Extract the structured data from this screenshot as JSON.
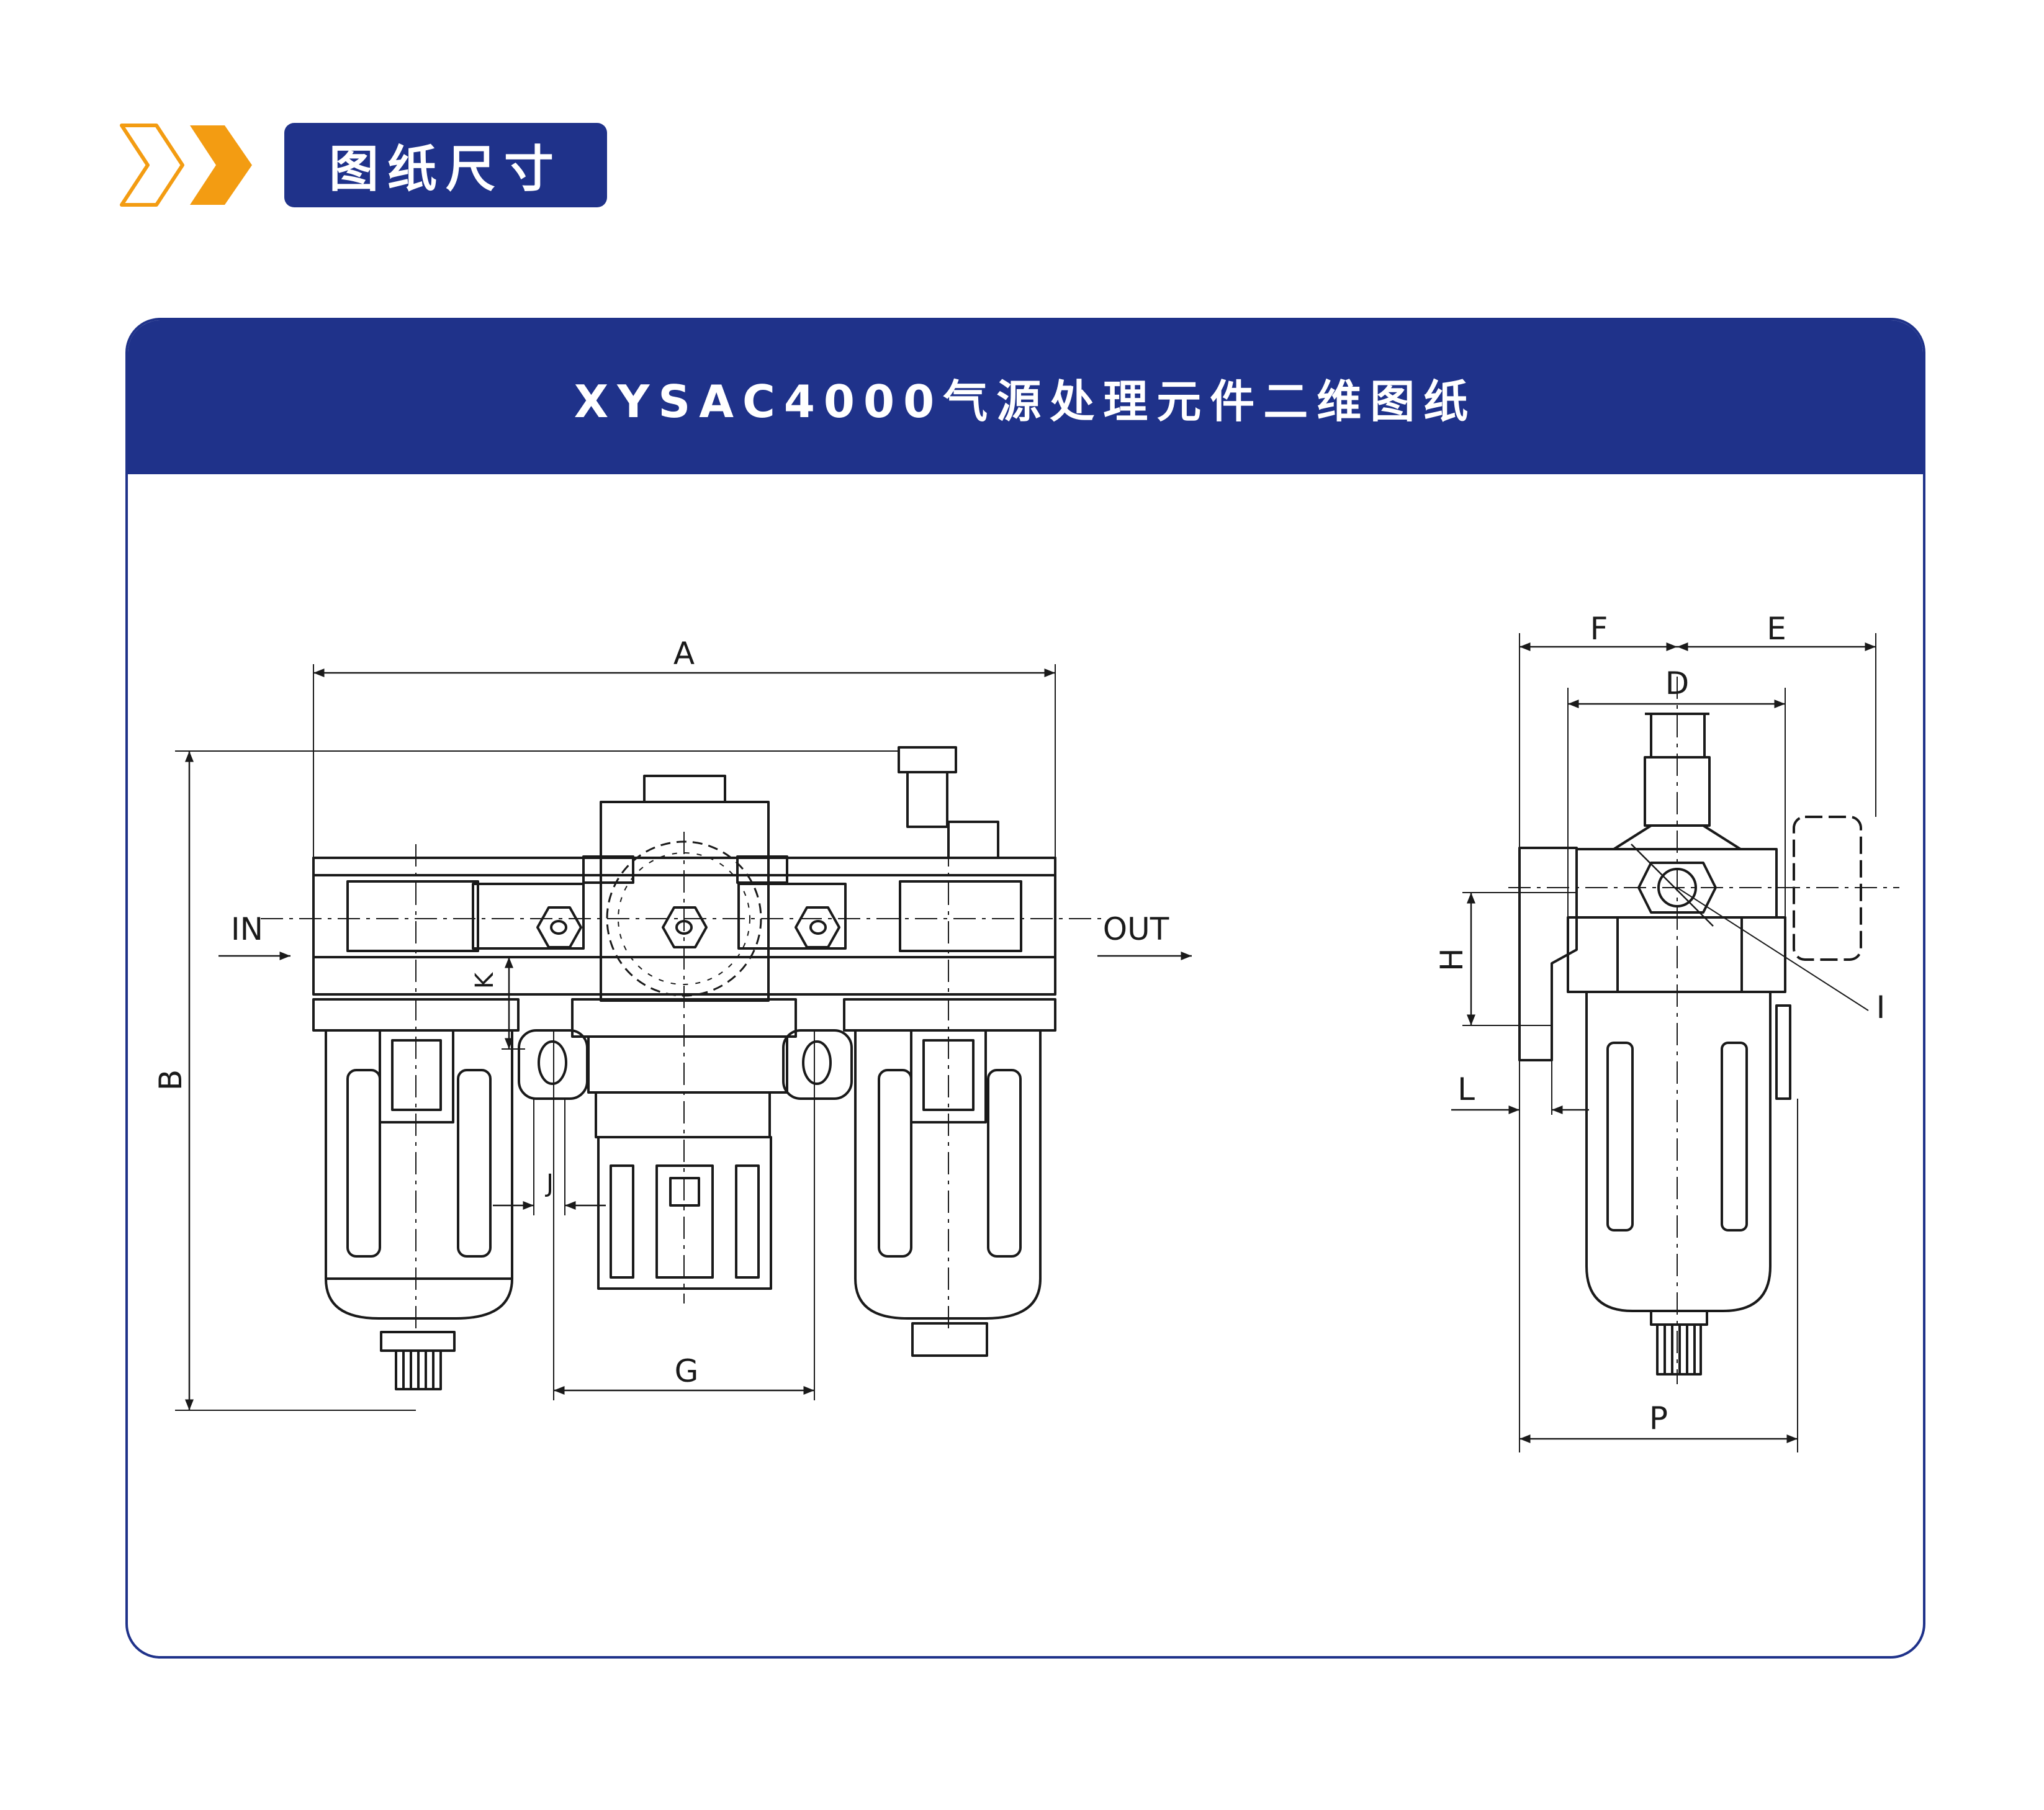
{
  "section_tag": "图纸尺寸",
  "panel_title": "XYSAC4000气源处理元件二维图纸",
  "colors": {
    "brand_blue": "#1f328a",
    "accent_orange": "#f39c12",
    "line": "#1a1a1a"
  },
  "front_view": {
    "ports": {
      "in": "IN",
      "out": "OUT"
    },
    "dims": {
      "A": "A",
      "B": "B",
      "G": "G",
      "J": "J",
      "K": "K"
    }
  },
  "side_view": {
    "dims": {
      "F": "F",
      "E": "E",
      "D": "D",
      "H": "H",
      "I": "I",
      "L": "L",
      "P": "P"
    }
  }
}
